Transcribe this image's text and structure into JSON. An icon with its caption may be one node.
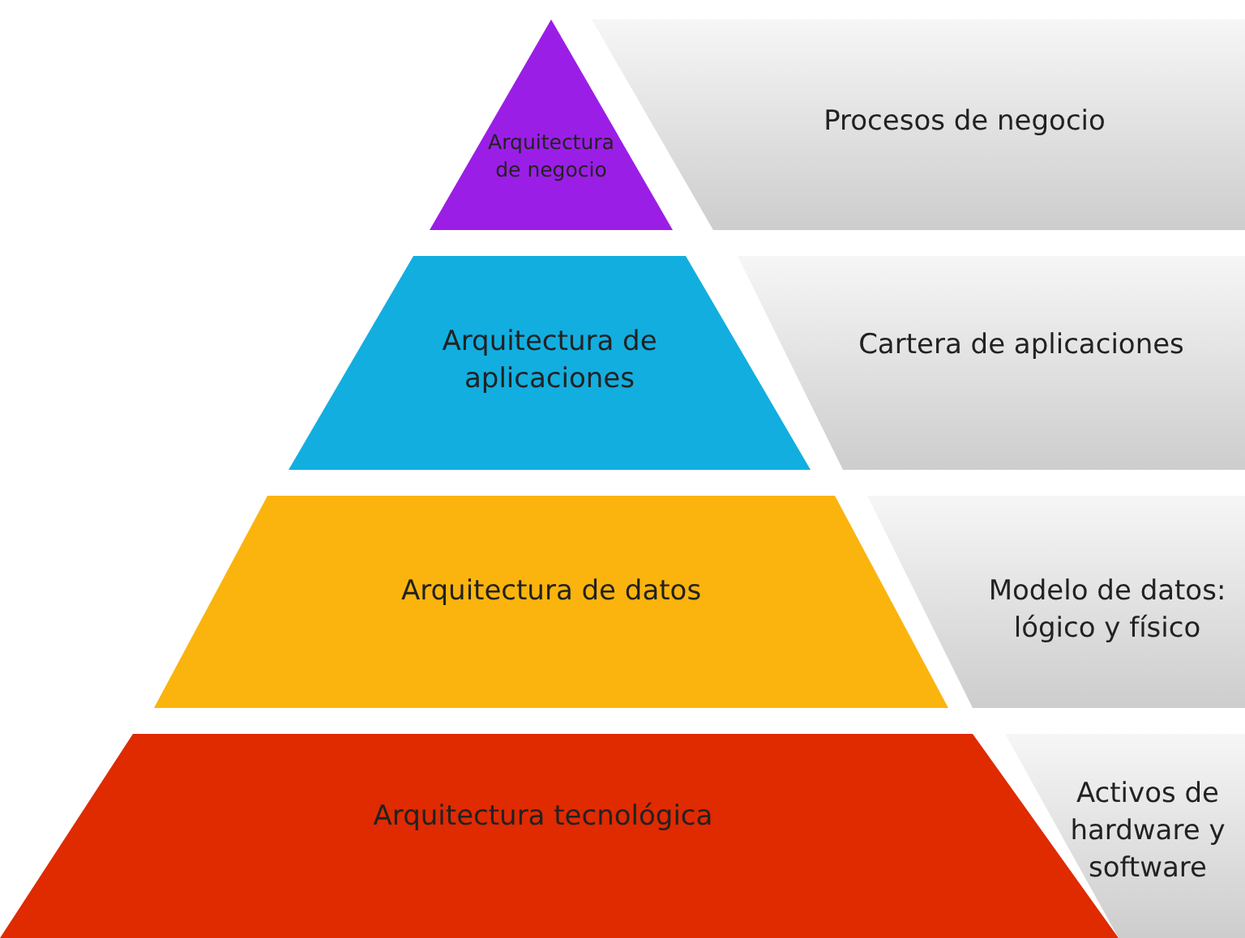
{
  "diagram": {
    "nodes": [
      {
        "text": [
          "Arquitectura de negocio"
        ]
      },
      {
        "text": [
          "Procesos de negocio"
        ]
      },
      {
        "text": [
          "Arquitectura de aplicaciones"
        ]
      },
      {
        "text": [
          "Cartera de aplicaciones"
        ]
      },
      {
        "text": [
          "Arquitectura de datos"
        ]
      },
      {
        "text": [
          "Modelo de datos: lógico y físico"
        ]
      },
      {
        "text": [
          "Arquitectura tecnológica"
        ]
      },
      {
        "text": [
          "Activos de hardware y software"
        ]
      }
    ]
  }
}
